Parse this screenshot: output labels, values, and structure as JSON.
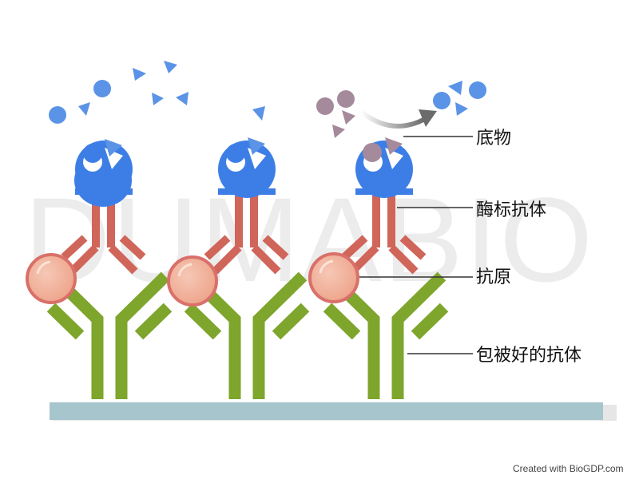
{
  "watermark": "DUMABIO",
  "labels": {
    "substrate": "底物",
    "enzyme_labeled_antibody": "酶标抗体",
    "antigen": "抗原",
    "coated_antibody": "包被好的抗体"
  },
  "credit": "Created with BioGDP.com",
  "colors": {
    "enzyme": "#3d7ee6",
    "substrate_blue": "#5b93e6",
    "substrate_mauve": "#a58a9c",
    "enzyme_antibody": "#d0655a",
    "antigen_fill": "#f2b49e",
    "antigen_ring": "#d9706a",
    "coated_antibody": "#7ea52c",
    "plate": "#a6c5cc",
    "leader": "#333333"
  }
}
